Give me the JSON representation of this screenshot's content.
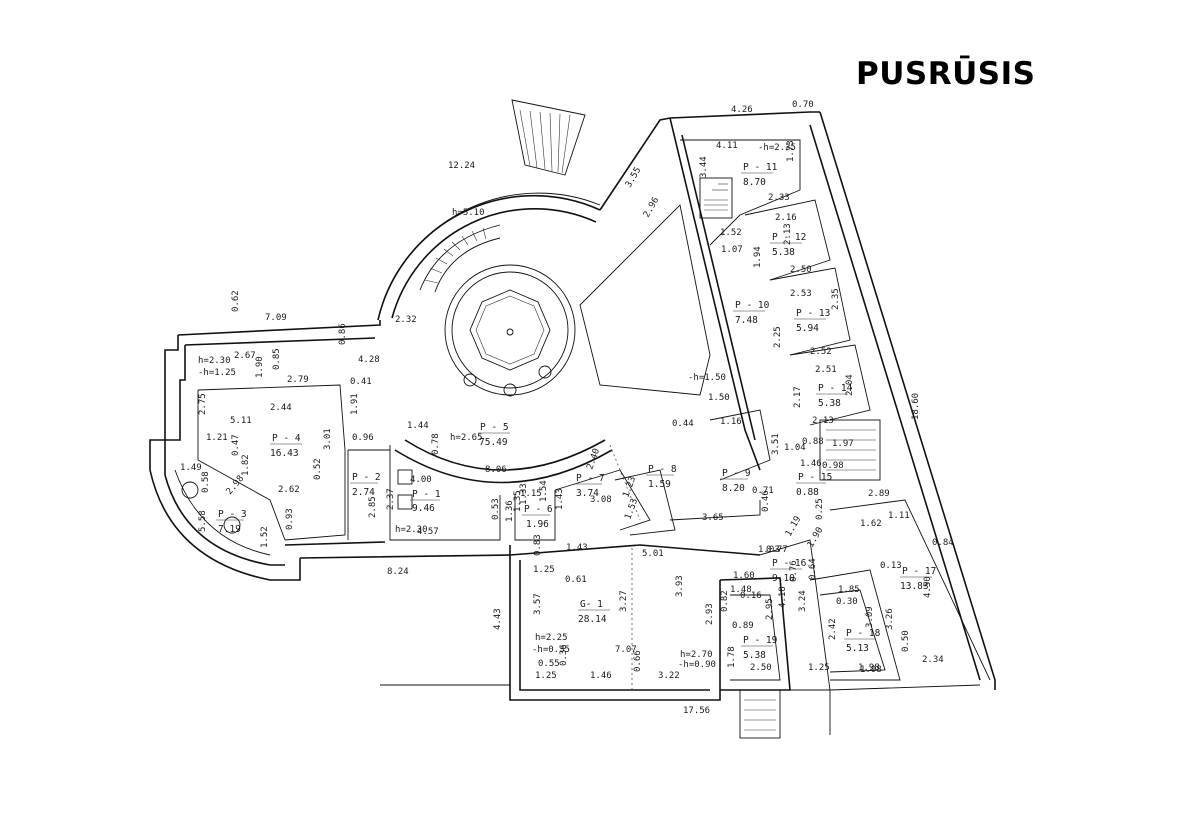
{
  "title": "PUSRŪSIS",
  "colors": {
    "line": "#111111",
    "background": "#ffffff"
  },
  "rooms": [
    {
      "id": "P - 1",
      "area": "9.46"
    },
    {
      "id": "P - 2",
      "area": "2.74"
    },
    {
      "id": "P - 3",
      "area": "7.19"
    },
    {
      "id": "P - 4",
      "area": "16.43"
    },
    {
      "id": "P - 5",
      "area": "75.49"
    },
    {
      "id": "P - 6",
      "area": "1.96"
    },
    {
      "id": "P - 7",
      "area": "3.74"
    },
    {
      "id": "P - 8",
      "area": "1.59"
    },
    {
      "id": "P - 9",
      "area": "8.20"
    },
    {
      "id": "P - 10",
      "area": "7.48"
    },
    {
      "id": "P - 11",
      "area": "8.70"
    },
    {
      "id": "P - 12",
      "area": "5.38"
    },
    {
      "id": "P - 13",
      "area": "5.94"
    },
    {
      "id": "P - 14",
      "area": "5.38"
    },
    {
      "id": "P - 15",
      "area": "0.88"
    },
    {
      "id": "P - 16",
      "area": "9.10"
    },
    {
      "id": "P - 17",
      "area": "13.83"
    },
    {
      "id": "P - 18",
      "area": "5.13"
    },
    {
      "id": "P - 19",
      "area": "5.38"
    },
    {
      "id": "G- 1",
      "area": "28.14"
    }
  ],
  "heights": [
    "h=5.10",
    "h=2.65",
    "h=2.30",
    "-h=1.50",
    "h=2.30",
    "-h=1.25",
    "-h=2.35",
    "h=2.25",
    "-h=0.35",
    "h=2.70",
    "-h=0.90"
  ],
  "dimensions": [
    "7.09",
    "0.62",
    "0.86",
    "4.28",
    "2.32",
    "12.24",
    "4.26",
    "0.70",
    "3.55",
    "2.96",
    "4.11",
    "3.44",
    "1.73",
    "2.33",
    "1.52",
    "1.07",
    "2.16",
    "2.13",
    "1.94",
    "2.50",
    "2.53",
    "2.35",
    "2.25",
    "2.52",
    "2.51",
    "2.04",
    "2.17",
    "2.13",
    "1.04",
    "1.46",
    "0.88",
    "1.97",
    "18.60",
    "1.16",
    "3.51",
    "0.71",
    "3.65",
    "0.46",
    "1.50",
    "0.44",
    "8.06",
    "1.44",
    "1.91",
    "0.41",
    "0.96",
    "3.01",
    "0.52",
    "2.62",
    "1.82",
    "1.21",
    "0.47",
    "2.75",
    "2.67",
    "0.85",
    "1.90",
    "2.79",
    "2.44",
    "5.11",
    "1.49",
    "0.58",
    "2.98",
    "5.58",
    "1.52",
    "0.93",
    "2.85",
    "4.00",
    "0.78",
    "2.37",
    "4.57",
    "0.53",
    "1.36",
    "1.35",
    "1.15",
    "1.33",
    "1.54",
    "1.43",
    "2.40",
    "3.08",
    "1.23",
    "1.53",
    "1.43",
    "5.01",
    "8.24",
    "0.83",
    "1.25",
    "0.61",
    "3.57",
    "3.27",
    "3.93",
    "2.93",
    "4.43",
    "7.07",
    "0.66",
    "0.55",
    "0.36",
    "1.25",
    "1.46",
    "3.22",
    "17.56",
    "1.03",
    "0.77",
    "1.19",
    "1.90",
    "1.60",
    "1.48",
    "0.16",
    "0.82",
    "0.89",
    "2.95",
    "4.18",
    "3.24",
    "1.78",
    "2.50",
    "1.25",
    "1.98",
    "1.85",
    "0.30",
    "2.42",
    "3.09",
    "3.26",
    "1.98",
    "0.50",
    "2.34",
    "1.62",
    "1.11",
    "0.13",
    "0.76",
    "0.64",
    "4.50",
    "2.89",
    "0.25",
    "0.84",
    "0.98"
  ]
}
